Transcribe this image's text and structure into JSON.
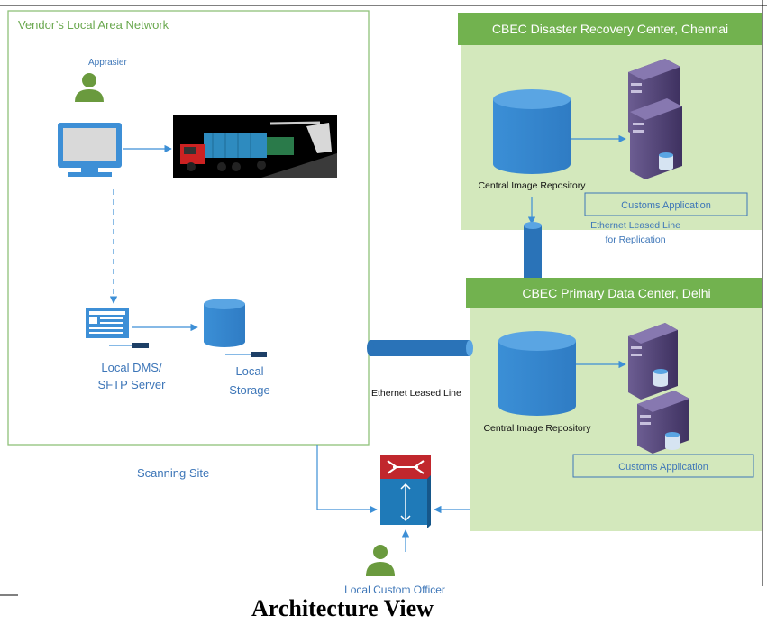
{
  "vendor_lan": {
    "title": "Vendor’s Local Area Network",
    "appraiser_label": "Apprasier",
    "dms_label_line1": "Local DMS/",
    "dms_label_line2": "SFTP Server",
    "storage_label_line1": "Local",
    "storage_label_line2": "Storage"
  },
  "scanning_site_label": "Scanning Site",
  "drc": {
    "title": "CBEC Disaster Recovery Center, Chennai",
    "repository_label": "Central Image Repository",
    "customs_app_label": "Customs Application"
  },
  "replication_link": {
    "line1": "Ethernet Leased Line",
    "line2": "for Replication"
  },
  "pdc": {
    "title": "CBEC Primary Data Center, Delhi",
    "repository_label": "Central Image Repository",
    "customs_app_label": "Customs Application"
  },
  "leased_line_label": "Ethernet Leased Line",
  "officer_label": "Local Custom Officer",
  "caption": "Architecture View",
  "colors": {
    "green_panel": "#d3e8bc",
    "green_header": "#72b24f",
    "blue_icon": "#3d8fd6",
    "blue_dark": "#2a6fb0",
    "label_blue": "#3d76b8",
    "person_green": "#6a9a3e",
    "server_purple": "#4b3d6b",
    "switch_red": "#c1272d"
  },
  "icons": [
    "person-icon",
    "monitor-icon",
    "truck-scanner-image",
    "dms-server-icon",
    "database-icon",
    "server-icon",
    "network-switch-icon",
    "leased-line-pipe"
  ]
}
